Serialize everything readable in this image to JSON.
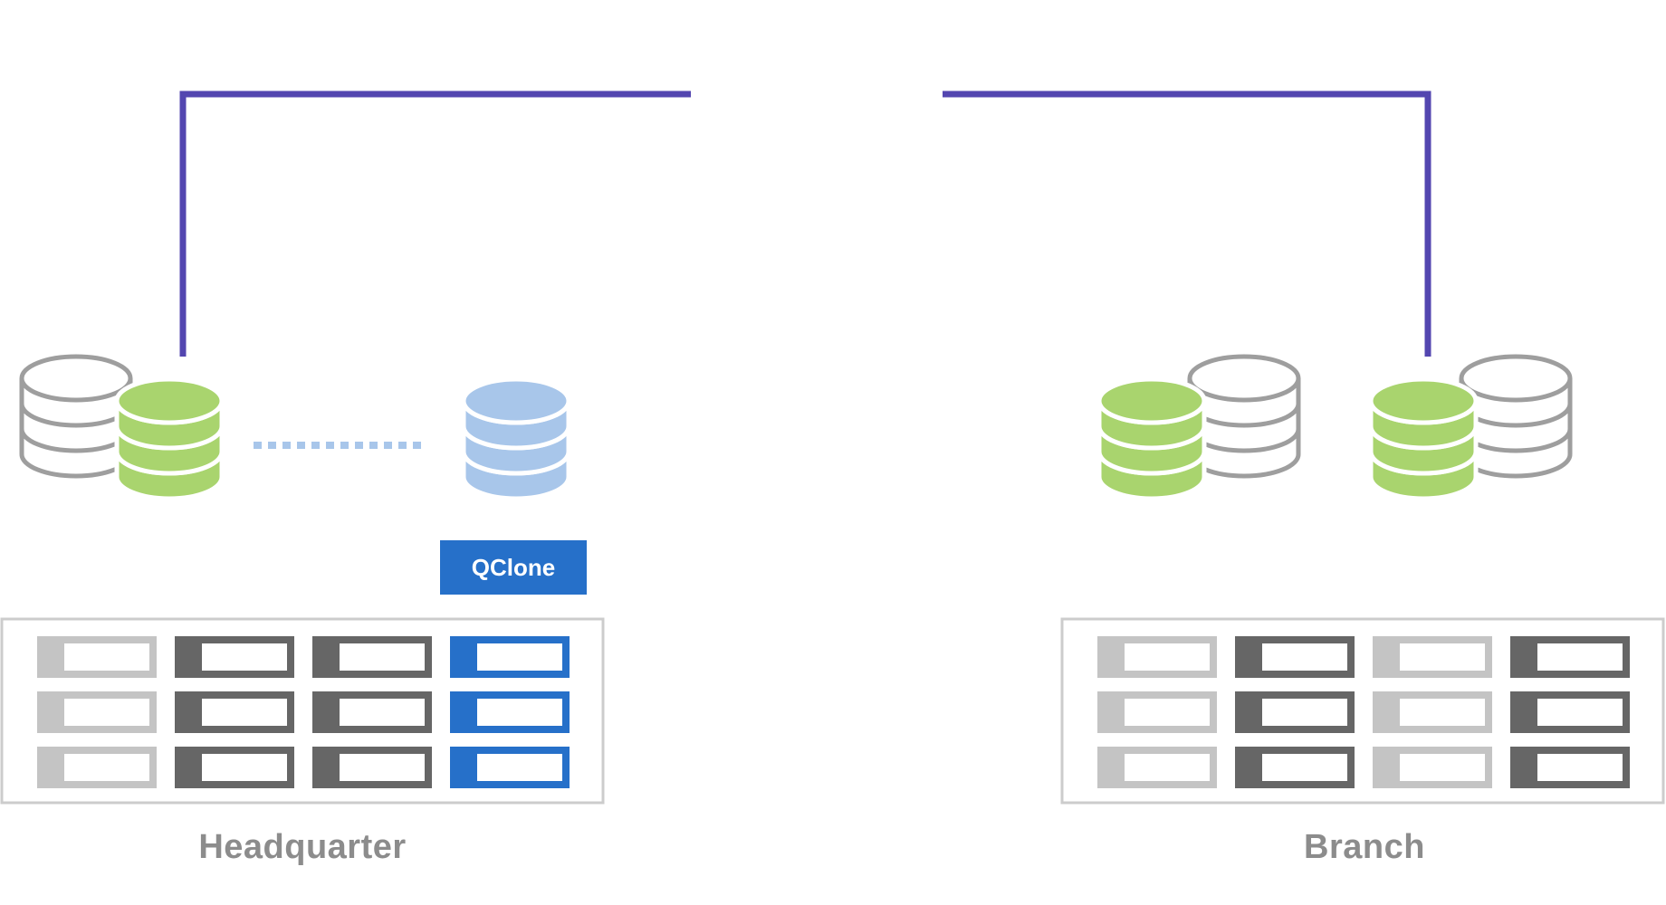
{
  "sites": {
    "headquarter": {
      "label": "Headquarter",
      "tag": "QClone"
    },
    "branch": {
      "label": "Branch"
    }
  },
  "colors": {
    "link_line": "#5346B0",
    "db_green": "#A9D46E",
    "db_outline_gray": "#9E9E9E",
    "db_clone_blue": "#A8C6EA",
    "dotted_link": "#A8C6EA",
    "tag_bg": "#2670C9",
    "drive_light": "#C4C4C4",
    "drive_dark": "#666666",
    "drive_blue": "#2670C9",
    "chassis_border": "#CCCCCC",
    "label_text": "#8C8C8C"
  },
  "icons": [
    "database-gray-icon",
    "database-green-icon",
    "database-clone-icon",
    "nas-chassis-icon",
    "drive-bay-icon"
  ]
}
